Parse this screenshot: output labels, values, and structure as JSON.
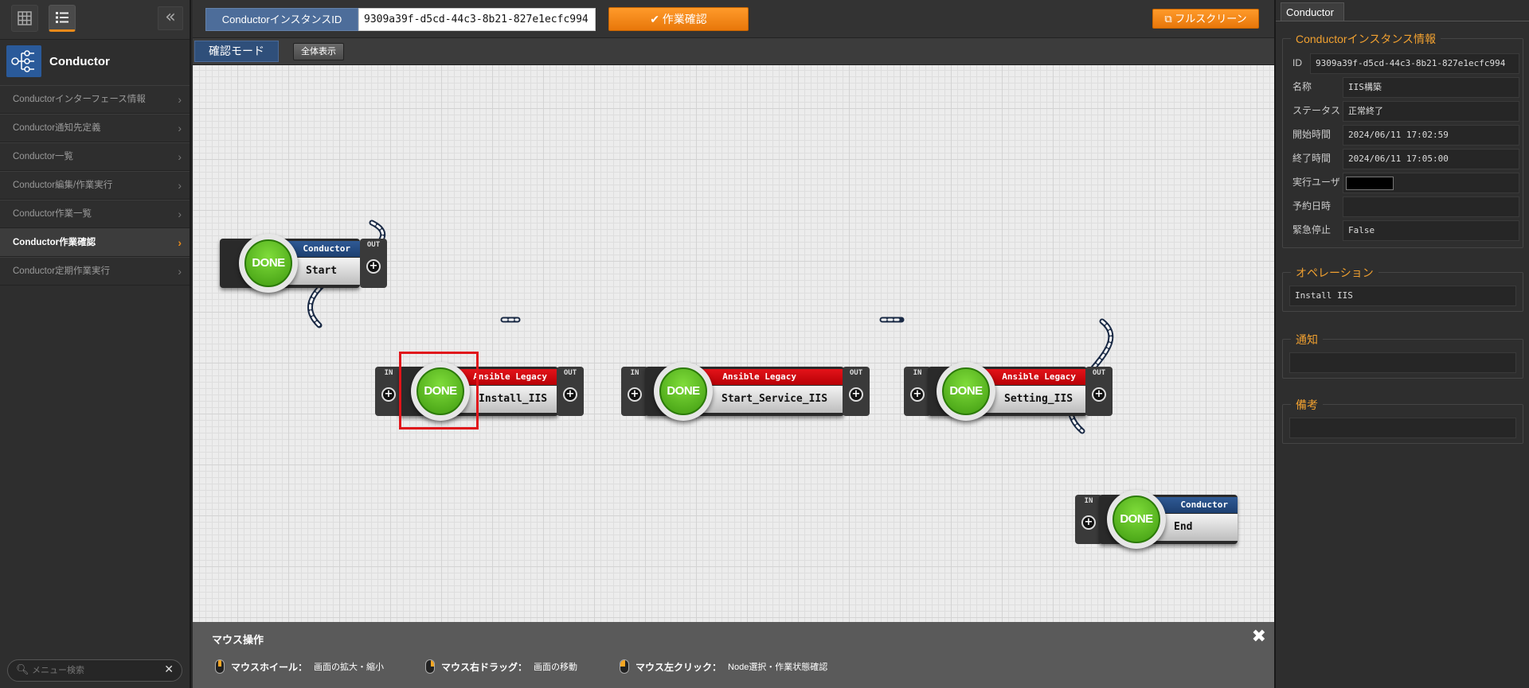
{
  "sidebar": {
    "brand_title": "Conductor",
    "collapse_glyph": "«",
    "items": [
      {
        "label": "Conductorインターフェース情報",
        "active": false
      },
      {
        "label": "Conductor通知先定義",
        "active": false
      },
      {
        "label": "Conductor一覧",
        "active": false
      },
      {
        "label": "Conductor編集/作業実行",
        "active": false
      },
      {
        "label": "Conductor作業一覧",
        "active": false
      },
      {
        "label": "Conductor作業確認",
        "active": true
      },
      {
        "label": "Conductor定期作業実行",
        "active": false
      }
    ],
    "search_placeholder": "メニュー検索",
    "search_clear": "✕"
  },
  "topbar": {
    "id_label": "ConductorインスタンスID",
    "id_value": "9309a39f-d5cd-44c3-8b21-827e1ecfc994",
    "check_button": "✔ 作業確認",
    "fullscreen_button": "⧉ フルスクリーン"
  },
  "subbar": {
    "mode_label": "確認モード",
    "fit_button": "全体表示"
  },
  "nodes": {
    "start": {
      "status": "DONE",
      "type": "Conductor",
      "name": "Start",
      "out": "OUT"
    },
    "install": {
      "status": "DONE",
      "type": "Ansible Legacy",
      "name": "Install_IIS",
      "in": "IN",
      "out": "OUT"
    },
    "service": {
      "status": "DONE",
      "type": "Ansible Legacy",
      "name": "Start_Service_IIS",
      "in": "IN",
      "out": "OUT"
    },
    "setting": {
      "status": "DONE",
      "type": "Ansible Legacy",
      "name": "Setting_IIS",
      "in": "IN",
      "out": "OUT"
    },
    "end": {
      "status": "DONE",
      "type": "Conductor",
      "name": "End",
      "in": "IN"
    }
  },
  "help": {
    "title": "マウス操作",
    "close": "✖",
    "items": [
      {
        "action": "マウスホイール：",
        "desc": "画面の拡大・縮小"
      },
      {
        "action": "マウス右ドラッグ：",
        "desc": "画面の移動"
      },
      {
        "action": "マウス左クリック：",
        "desc": "Node選択・作業状態確認"
      }
    ]
  },
  "rpanel": {
    "tab": "Conductor",
    "instance": {
      "legend": "Conductorインスタンス情報",
      "rows": [
        {
          "label": "ID",
          "value": "9309a39f-d5cd-44c3-8b21-827e1ecfc994"
        },
        {
          "label": "名称",
          "value": "IIS構築"
        },
        {
          "label": "ステータス",
          "value": "正常終了"
        },
        {
          "label": "開始時間",
          "value": "2024/06/11 17:02:59"
        },
        {
          "label": "終了時間",
          "value": "2024/06/11 17:05:00"
        },
        {
          "label": "実行ユーザ",
          "value": ""
        },
        {
          "label": "予約日時",
          "value": ""
        },
        {
          "label": "緊急停止",
          "value": "False"
        }
      ]
    },
    "operation": {
      "legend": "オペレーション",
      "value": "Install IIS"
    },
    "notice": {
      "legend": "通知",
      "value": ""
    },
    "remarks": {
      "legend": "備考",
      "value": ""
    }
  },
  "colors": {
    "accent_orange": "#ff9a2a",
    "conductor_blue": "#1d3f70",
    "ansible_red": "#d4000a",
    "done_green": "#4fb51c"
  }
}
